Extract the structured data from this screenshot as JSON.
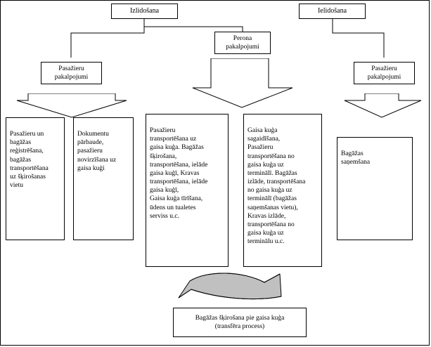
{
  "diagram": {
    "title_boxes": [
      {
        "id": "izlidosana",
        "label": "Izlidošana"
      },
      {
        "id": "ielidosana",
        "label": "Ielidošana"
      }
    ],
    "service_boxes": [
      {
        "id": "pasazieru-pakalpojumi-left",
        "label": "Pasažieru\npakalpojumi"
      },
      {
        "id": "perona-pakalpojumi",
        "label": "Perona\npakalpojumi"
      },
      {
        "id": "pasazieru-pakalpojumi-right",
        "label": "Pasažieru\npakalpojumi"
      }
    ],
    "detail_boxes": [
      {
        "id": "pasazieru-registresana",
        "text": "Pasažieru un\nbagāžas\nreģistrēšana,\nbagāžas\ntransportēšana\nuz šķirošanas\nvietu"
      },
      {
        "id": "dokumentu-parbaude",
        "text": "Dokumentu\npārbaude,\npasažieru\nnovirzīšana uz\ngaisa kuģi"
      },
      {
        "id": "pasazieru-transportesana",
        "text": "Pasažieru\ntransportēšana uz\ngaisa kuģa. Bagāžas\nšķirošana,\ntransportēšana, ielāde\ngaisa kuģī, Kravas\ntransportēšana, ielāde\ngaisa kuģī,\nGaisa kuģa tīrīšana,\nūdens un tualetes\nserviss u.c."
      },
      {
        "id": "gaisa-kuga-sagaidisana",
        "text": "Gaisa kuģa\nsagaidīšana,\nPasažieru\ntransportēšana no\ngaisa kuģa uz\nterminālī. Bagāžas\nizlāde, transportēšana\nno gaisa kuģa uz\nterminālī (bagāžas\nsaņemšanas vietu),\nKravas izlāde,\ntransportēšana no\ngaisa kuģa uz\nterminālu u.c."
      },
      {
        "id": "bagazas-sanemsana",
        "text": "Bagāžas\nsaņemšana"
      }
    ],
    "bottom_box": {
      "id": "bagazas-skirosana",
      "line1": "Bagāžas šķirošana pie gaisa  kuģa",
      "line2": "(transfēra process)"
    },
    "colors": {
      "stroke": "#000000",
      "fill": "#ffffff",
      "curved_arrow_fill": "#c0c0c0"
    }
  }
}
